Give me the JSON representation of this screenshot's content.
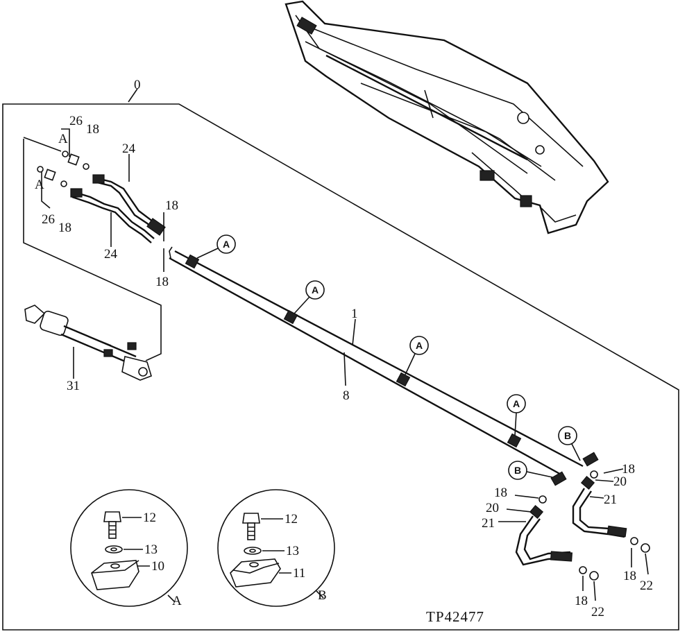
{
  "drawing_code": "TP42477",
  "assembly_number": "0",
  "labels": {
    "l26a": "26",
    "l18a": "18",
    "l24a": "24",
    "lA_top": "A",
    "lA_mid": "A",
    "l26b": "26",
    "l18b": "18",
    "l24b": "24",
    "l18c": "18",
    "l18d": "18",
    "l31": "31",
    "l1": "1",
    "l8": "8",
    "l18e": "18",
    "l20a": "20",
    "l21a": "21",
    "l18f": "18",
    "l20b": "20",
    "l21b": "21",
    "l18g": "18",
    "l22a": "22",
    "l18h": "18",
    "l22b": "22",
    "l12a": "12",
    "l13a": "13",
    "l10": "10",
    "l12b": "12",
    "l13b": "13",
    "l11": "11",
    "detail_a": "A",
    "detail_b": "B"
  },
  "callouts": {
    "c1": "A",
    "c2": "A",
    "c3": "A",
    "c4": "A",
    "cb1": "B",
    "cb2": "B"
  },
  "icons": [
    "boom-arm-illustration",
    "hydraulic-cylinder-illustration",
    "hose-illustration",
    "clamp-illustration",
    "bolt-illustration"
  ]
}
